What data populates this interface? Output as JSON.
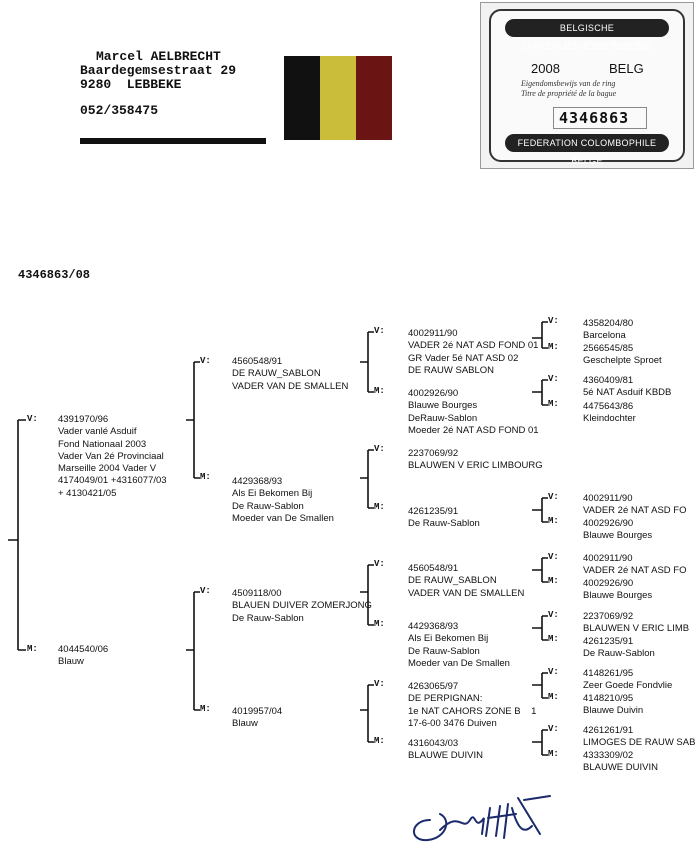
{
  "owner": {
    "name": "Marcel AELBRECHT",
    "street": "Baardegemsestraat 29",
    "city": "9280  LEBBEKE",
    "phone": "052/358475"
  },
  "flag_colors": [
    "#111111",
    "#c9bd3a",
    "#6b1414"
  ],
  "card": {
    "top_band": "BELGISCHE DUIVENLIEFHEBBERSBOND",
    "year": "2008",
    "country": "BELG",
    "line1": "Eigendomsbewijs van de ring",
    "line2": "Titre de propriété de la bague",
    "ring": "4346863",
    "bottom_band": "FEDERATION COLOMBOPHILE BELGE"
  },
  "ring_number": "4346863/08",
  "labels": {
    "sire": "V:",
    "dam": "M:"
  },
  "pedigree": {
    "sire": [
      "4391970/96",
      "Vader vanlé Asduif",
      "Fond Nationaal 2003",
      "Vader Van 2é Provinciaal",
      "Marseille 2004 Vader V",
      "4174049/01 +4316077/03",
      "+ 4130421/05"
    ],
    "dam": [
      "4044540/06",
      "Blauw"
    ],
    "ss": [
      "4560548/91",
      "DE RAUW_SABLON",
      "VADER VAN DE SMALLEN"
    ],
    "sd": [
      "4429368/93",
      "Als Ei Bekomen Bij",
      "De Rauw-Sablon",
      "Moeder van De Smallen"
    ],
    "ds": [
      "4509118/00",
      "BLAUEN DUIVER ZOMERJONG",
      "De Rauw-Sablon"
    ],
    "dd": [
      "4019957/04",
      "Blauw"
    ],
    "sss": [
      "4002911/90",
      "VADER 2é NAT ASD FOND 01",
      "GR Vader 5é NAT ASD 02",
      "DE RAUW SABLON"
    ],
    "ssd": [
      "4002926/90",
      "Blauwe Bourges",
      "DeRauw-Sablon",
      "Moeder 2é NAT ASD FOND 01"
    ],
    "sds": [
      "2237069/92",
      "BLAUWEN V ERIC LIMBOURG"
    ],
    "sdd": [
      "4261235/91",
      "De Rauw-Sablon"
    ],
    "dss": [
      "4560548/91",
      "DE RAUW_SABLON",
      "VADER VAN DE SMALLEN"
    ],
    "dsd": [
      "4429368/93",
      "Als Ei Bekomen Bij",
      "De Rauw-Sablon",
      "Moeder van De Smallen"
    ],
    "dds": [
      "4263065/97",
      "DE PERPIGNAN:",
      "1e NAT CAHORS ZONE B    1",
      "17-6-00 3476 Duiven"
    ],
    "ddd": [
      "4316043/03",
      "BLAUWE DUIVIN"
    ],
    "g1": [
      "4358204/80",
      "Barcelona"
    ],
    "g2": [
      "2566545/85",
      "Geschelpte Sproet"
    ],
    "g3": [
      "4360409/81",
      "5é NAT Asduif KBDB"
    ],
    "g4": [
      "4475643/86",
      "Kleindochter"
    ],
    "g5": [
      "4002911/90",
      "VADER 2é NAT ASD FO"
    ],
    "g6": [
      "4002926/90",
      "Blauwe Bourges"
    ],
    "g7": [
      "4002911/90",
      "VADER 2é NAT ASD FO"
    ],
    "g8": [
      "4002926/90",
      "Blauwe Bourges"
    ],
    "g9": [
      "2237069/92",
      "BLAUWEN V ERIC LIMB"
    ],
    "g10": [
      "4261235/91",
      "De Rauw-Sablon"
    ],
    "g11": [
      "4148261/95",
      "Zeer Goede Fondvlie"
    ],
    "g12": [
      "4148210/95",
      "Blauwe Duivin"
    ],
    "g13": [
      "4261261/91",
      "LIMOGES DE RAUW SAB"
    ],
    "g14": [
      "4333309/02",
      "BLAUWE DUIVIN"
    ]
  }
}
